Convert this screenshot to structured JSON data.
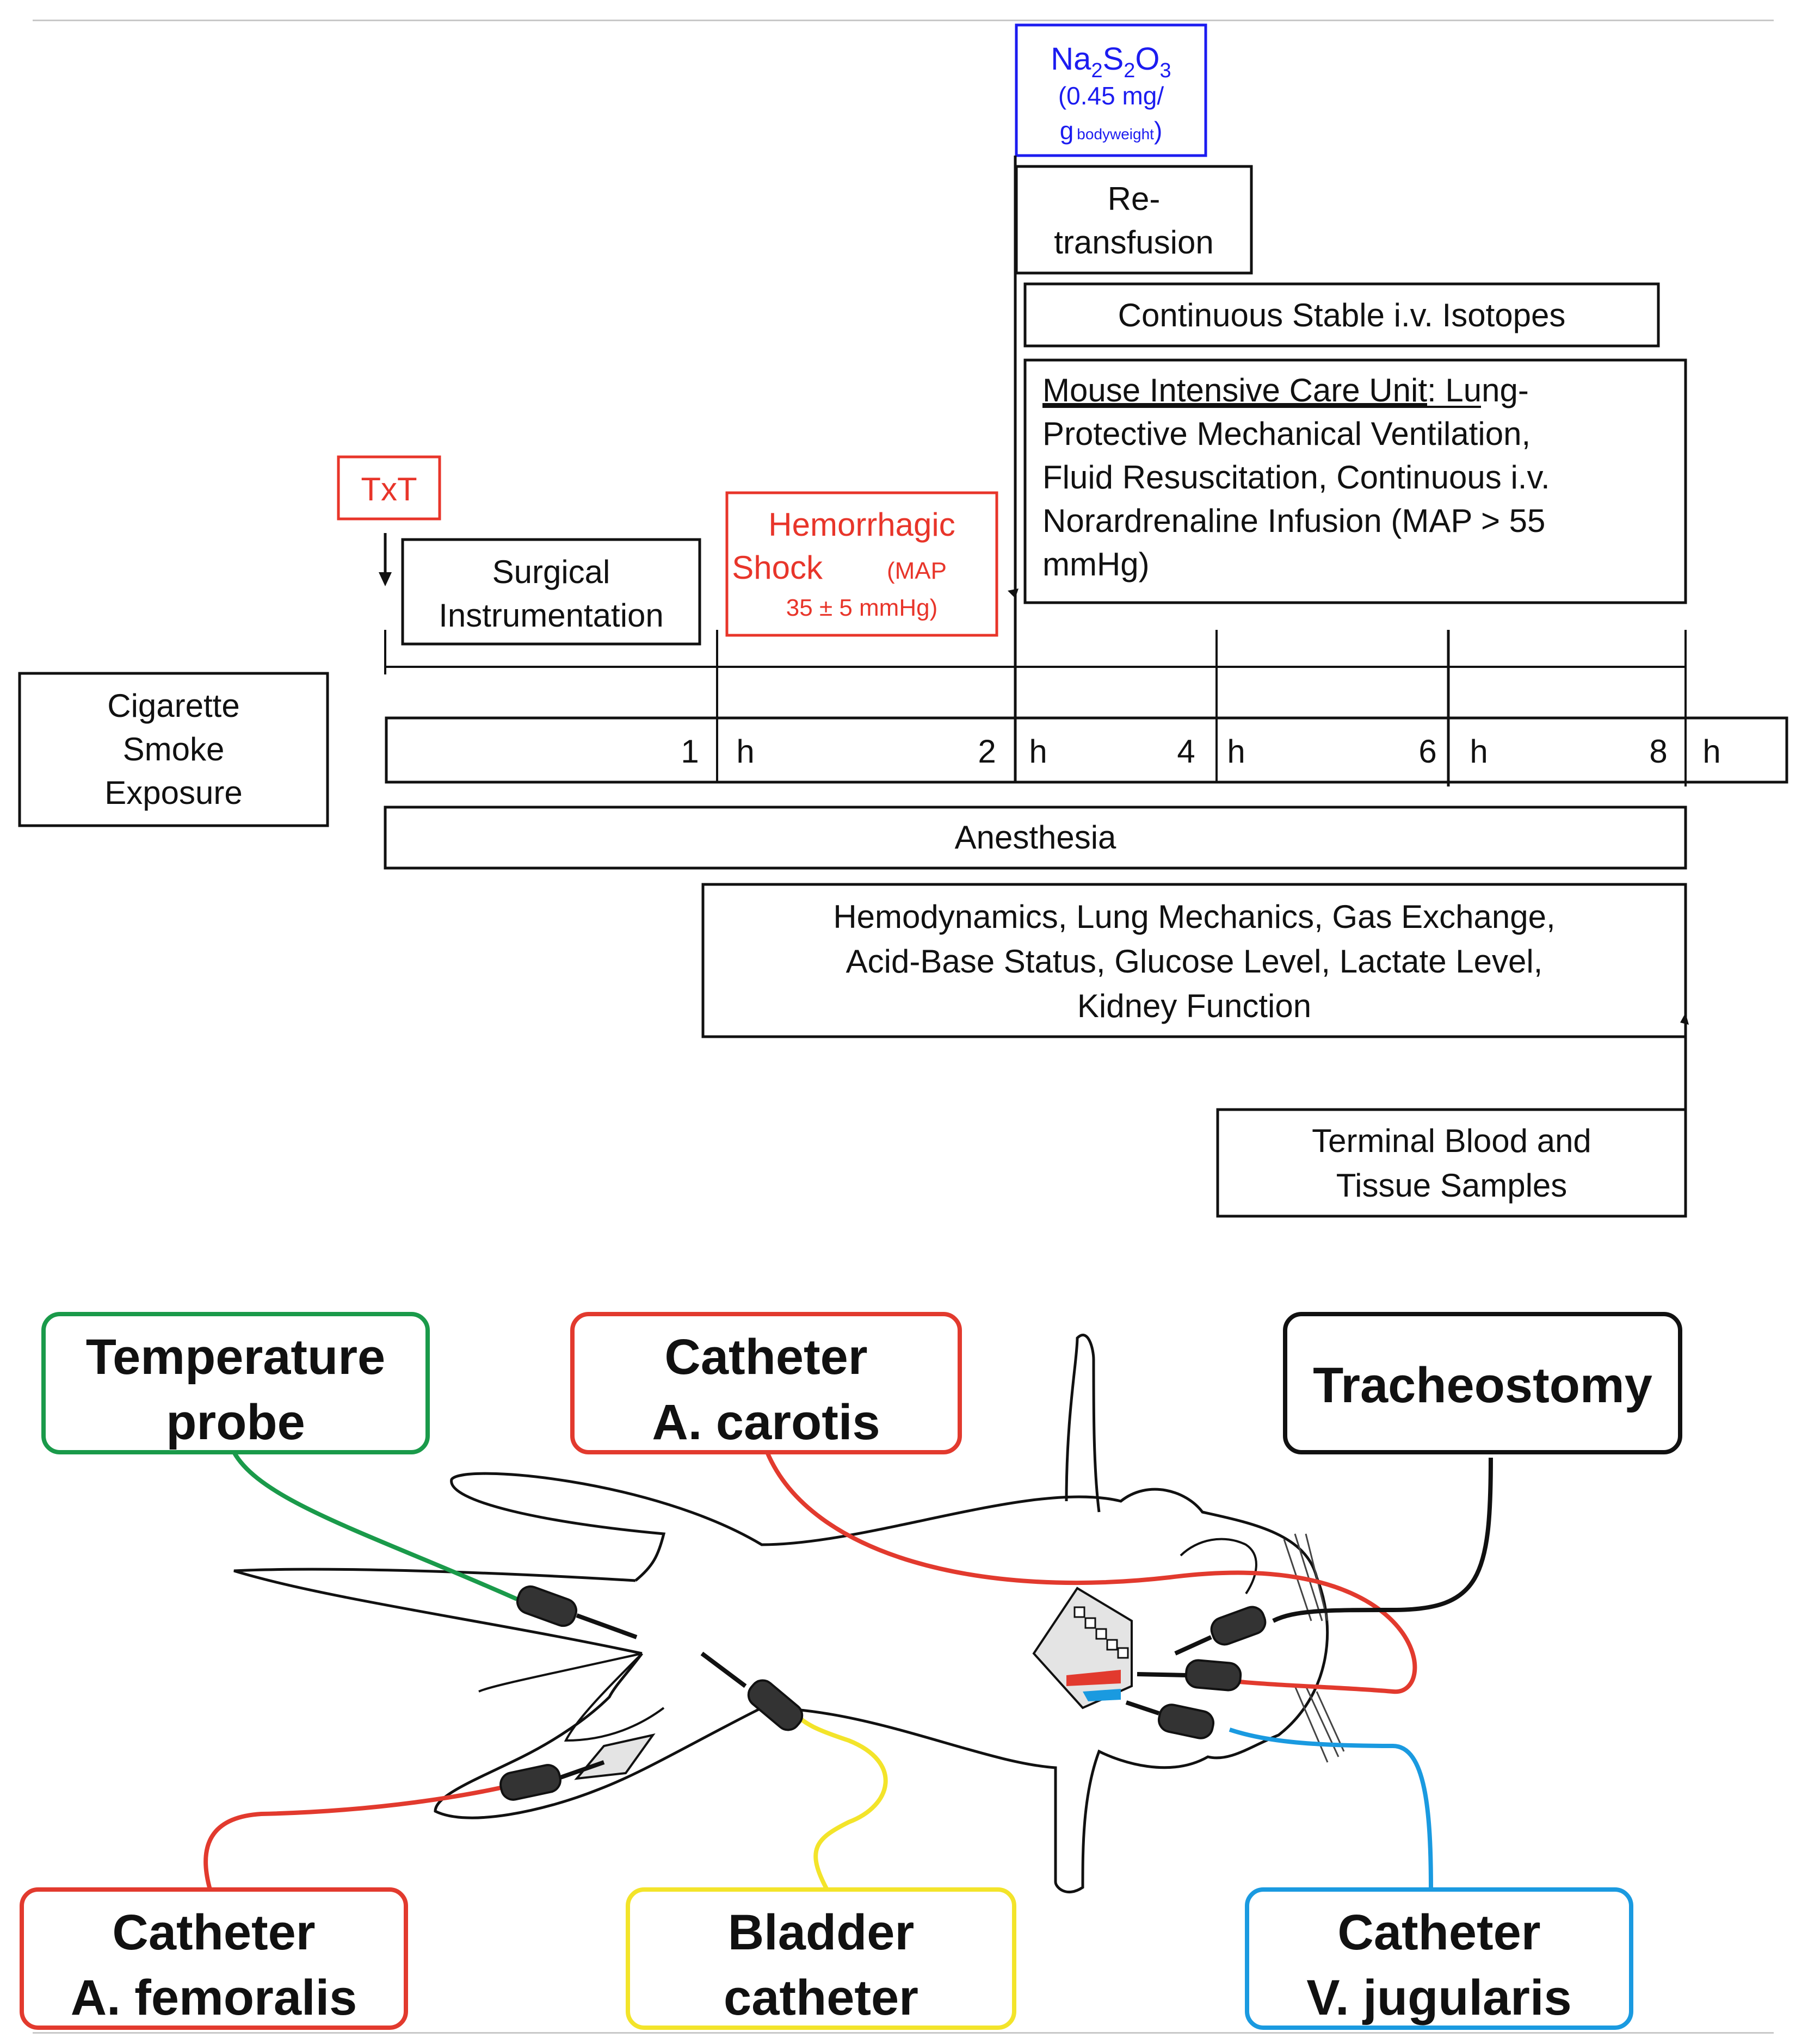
{
  "timeline": {
    "cigarette_smoke": [
      "Cigarette",
      "Smoke",
      "Exposure"
    ],
    "txt": "TxT",
    "surgical": [
      "Surgical",
      "Instrumentation"
    ],
    "shock": {
      "line1": "Hemorrhagic",
      "line2_main": "Shock",
      "line2_note": "(MAP",
      "line3": "35 ± 5 mmHg)"
    },
    "thiosulfate": {
      "formula_parts": [
        "Na",
        "2",
        "S",
        "2",
        "O",
        "3"
      ],
      "dose_line1": "(0.45 mg/",
      "dose_line2_main": "g",
      "dose_line2_sub": "bodyweight",
      "dose_line2_end": ")"
    },
    "retransfusion": [
      "Re-",
      "transfusion"
    ],
    "isotopes": "Continuous Stable i.v. Isotopes",
    "micu": {
      "title": "Mouse Intensive Care Unit",
      "line1_rest": ": Lung-",
      "lines": [
        "Protective Mechanical Ventilation,",
        "Fluid Resuscitation, Continuous i.v.",
        "Norardrenaline Infusion (MAP > 55",
        "mmHg)"
      ]
    },
    "axis": {
      "ticks": [
        "1",
        "2",
        "4",
        "6",
        "8"
      ],
      "unit": "h"
    },
    "anesthesia": "Anesthesia",
    "measurements": [
      "Hemodynamics, Lung Mechanics, Gas Exchange,",
      "Acid-Base Status, Glucose Level, Lactate Level,",
      "Kidney Function"
    ],
    "terminal": [
      "Terminal Blood and",
      "Tissue Samples"
    ]
  },
  "mouse_labels": {
    "temperature_probe": [
      "Temperature",
      "probe"
    ],
    "catheter_carotis": [
      "Catheter",
      "A. carotis"
    ],
    "tracheostomy": "Tracheostomy",
    "catheter_femoralis": [
      "Catheter",
      "A. femoralis"
    ],
    "bladder_catheter": [
      "Bladder",
      "catheter"
    ],
    "catheter_jugularis": [
      "Catheter",
      "V. jugularis"
    ]
  },
  "colors": {
    "txt_red": "#e8352a",
    "thiosulfate_blue": "#1c1cf0",
    "green": "#1a9a4a",
    "red": "#e23a2e",
    "yellow": "#f3e42a",
    "blue": "#1a9ae0",
    "black": "#111111"
  }
}
